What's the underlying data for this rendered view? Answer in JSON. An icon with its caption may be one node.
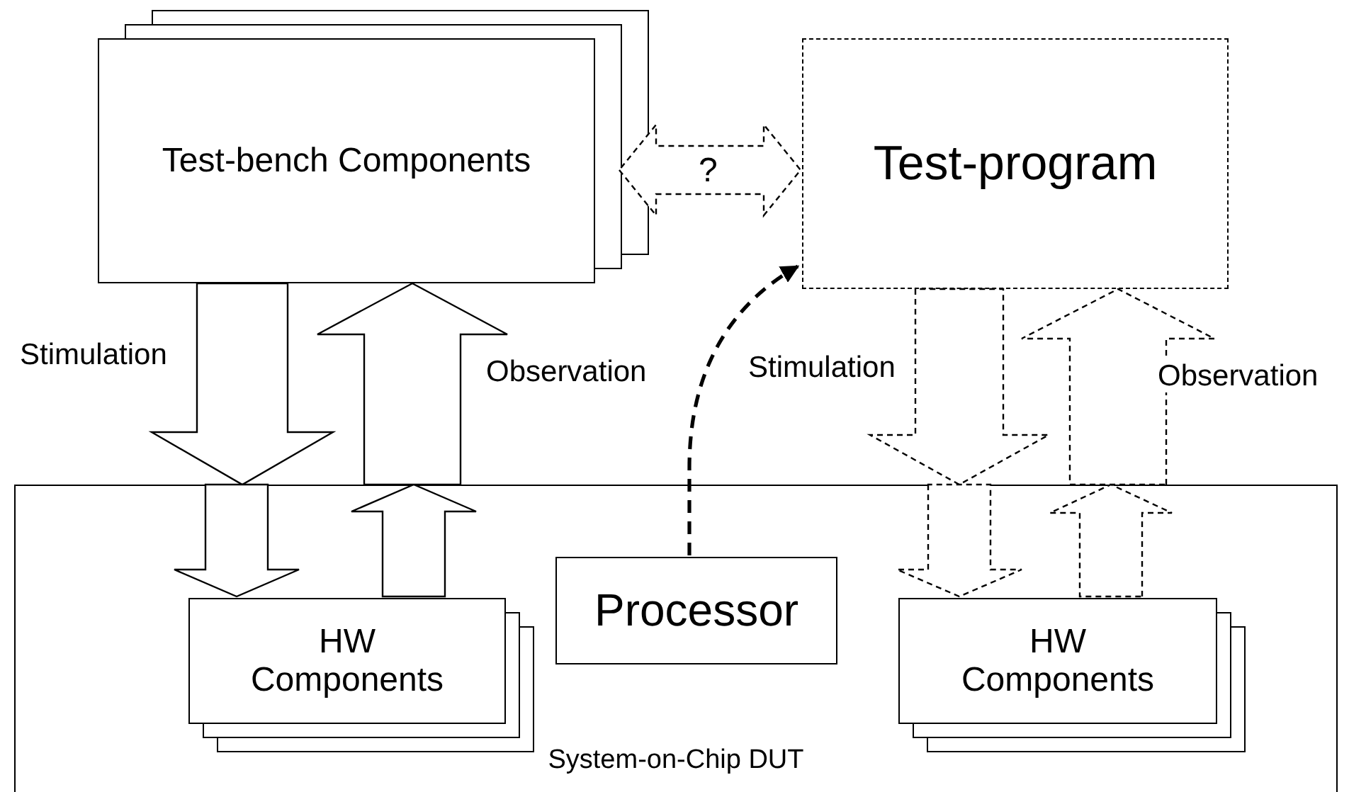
{
  "diagram": {
    "nodes": [
      {
        "text": [
          "Test-bench Components"
        ]
      },
      {
        "text": [
          "Test-program"
        ]
      },
      {
        "text": [
          "System-on-Chip DUT"
        ]
      },
      {
        "text": [
          "HW Components"
        ],
        "in": 2
      },
      {
        "text": [
          "Processor"
        ],
        "in": 2
      },
      {
        "text": [
          "HW Components"
        ],
        "in": 2
      }
    ],
    "edges": [
      {
        "from": 0,
        "to": 2,
        "arrow": "to",
        "label": "Stimulation"
      },
      {
        "from": 2,
        "to": 3,
        "arrow": "to"
      },
      {
        "from": 3,
        "to": 2,
        "arrow": "to"
      },
      {
        "from": 2,
        "to": 0,
        "arrow": "to",
        "label": "Observation"
      },
      {
        "from": 0,
        "to": 1,
        "arrow": "both",
        "style": "dashed",
        "label": "?"
      },
      {
        "from": 4,
        "to": 1,
        "arrow": "to",
        "style": "dashed"
      },
      {
        "from": 1,
        "to": 2,
        "arrow": "to",
        "style": "dashed",
        "label": "Stimulation"
      },
      {
        "from": 2,
        "to": 5,
        "arrow": "to",
        "style": "dashed"
      },
      {
        "from": 5,
        "to": 2,
        "arrow": "to",
        "style": "dashed"
      },
      {
        "from": 2,
        "to": 1,
        "arrow": "to",
        "style": "dashed",
        "label": "Observation"
      }
    ]
  }
}
